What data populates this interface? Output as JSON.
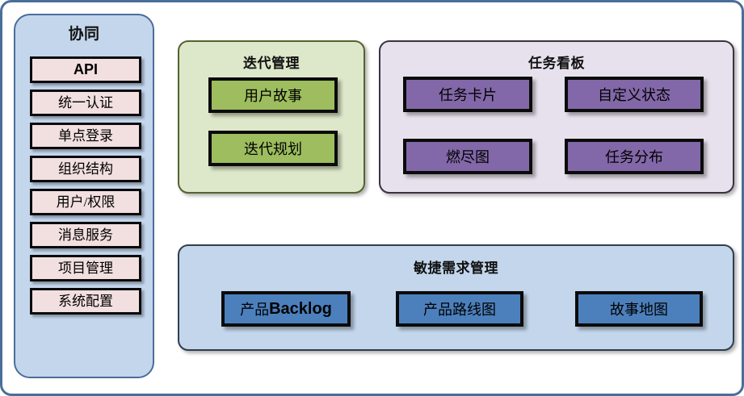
{
  "diagram": {
    "canvas_border_color": "#4A6E9B"
  },
  "sidebar": {
    "title": "协同",
    "panel_bg": "#C3D6EC",
    "chip_bg": "#F2DFDF",
    "items": [
      {
        "label": "API",
        "latin": true
      },
      {
        "label": "统一认证",
        "latin": false
      },
      {
        "label": "单点登录",
        "latin": false
      },
      {
        "label": "组织结构",
        "latin": false
      },
      {
        "label": "用户/权限",
        "latin": false
      },
      {
        "label": "消息服务",
        "latin": false
      },
      {
        "label": "项目管理",
        "latin": false
      },
      {
        "label": "系统配置",
        "latin": false
      }
    ]
  },
  "iteration": {
    "title": "迭代管理",
    "panel_bg": "#DDE7C9",
    "box_bg": "#9DBD5E",
    "items": [
      {
        "label": "用户故事"
      },
      {
        "label": "迭代规划"
      }
    ]
  },
  "taskboard": {
    "title": "任务看板",
    "panel_bg": "#E6E1EC",
    "box_bg": "#8268A8",
    "items": [
      {
        "label": "任务卡片"
      },
      {
        "label": "自定义状态"
      },
      {
        "label": "燃尽图"
      },
      {
        "label": "任务分布"
      }
    ]
  },
  "agile": {
    "title": "敏捷需求管理",
    "panel_bg": "#C3D6EC",
    "box_bg": "#4C80BD",
    "items": [
      {
        "label": "产品Backlog",
        "prefix": "产品",
        "latin_suffix": "Backlog"
      },
      {
        "label": "产品路线图"
      },
      {
        "label": "故事地图"
      }
    ]
  }
}
